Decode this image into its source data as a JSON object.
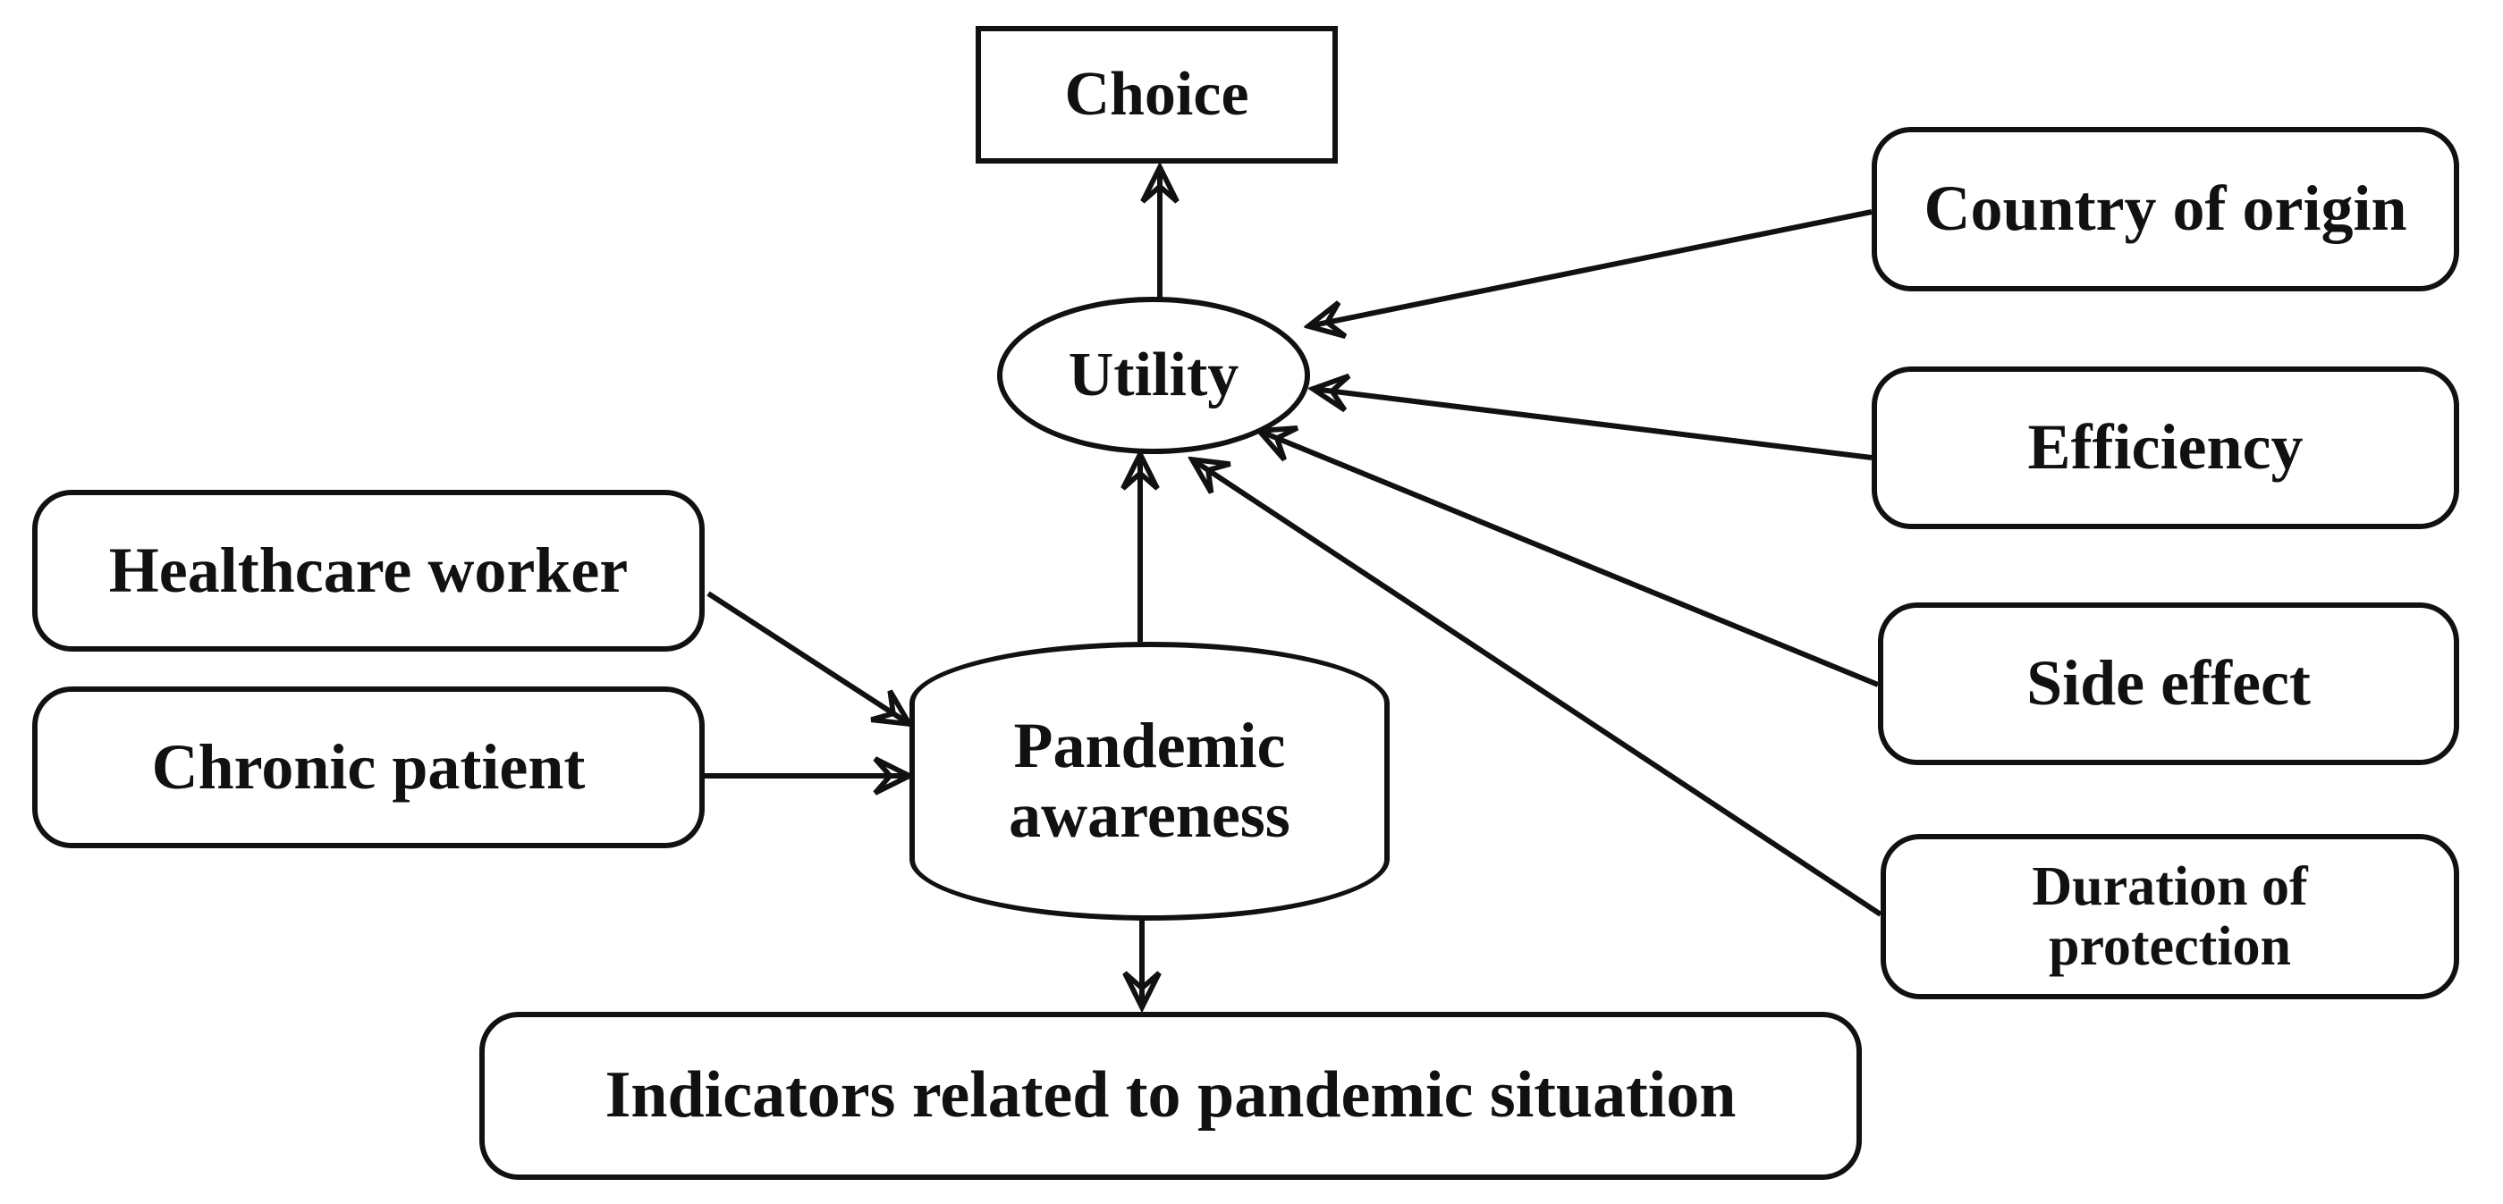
{
  "nodes": {
    "choice": "Choice",
    "utility": "Utility",
    "country_of_origin": "Country of origin",
    "efficiency": "Efficiency",
    "side_effect": "Side effect",
    "duration_of_protection": "Duration of protection",
    "healthcare_worker": "Healthcare worker",
    "chronic_patient": "Chronic patient",
    "pandemic_awareness": "Pandemic awareness",
    "indicators": "Indicators related to pandemic situation"
  },
  "edges": [
    {
      "from": "utility",
      "to": "choice"
    },
    {
      "from": "country_of_origin",
      "to": "utility"
    },
    {
      "from": "efficiency",
      "to": "utility"
    },
    {
      "from": "side_effect",
      "to": "utility"
    },
    {
      "from": "duration_of_protection",
      "to": "utility"
    },
    {
      "from": "pandemic_awareness",
      "to": "utility"
    },
    {
      "from": "healthcare_worker",
      "to": "pandemic_awareness"
    },
    {
      "from": "chronic_patient",
      "to": "pandemic_awareness"
    },
    {
      "from": "pandemic_awareness",
      "to": "indicators"
    }
  ],
  "colors": {
    "stroke": "#111111",
    "fill": "#ffffff",
    "text": "#111111"
  }
}
